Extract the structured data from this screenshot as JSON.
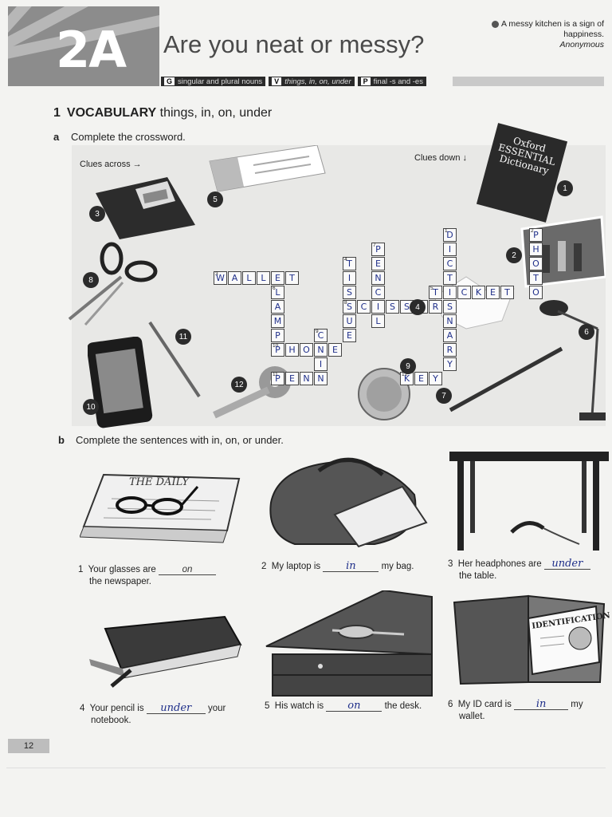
{
  "unit": "2A",
  "title": "Are you neat or messy?",
  "quote": {
    "text": "A messy kitchen is a sign of happiness.",
    "author": "Anonymous"
  },
  "tags": [
    {
      "key": "G",
      "text": "singular and plural nouns"
    },
    {
      "key": "V",
      "text": "things, in, on, under"
    },
    {
      "key": "P",
      "text": "final -s and -es"
    }
  ],
  "section": {
    "number": "1",
    "heading": "VOCABULARY",
    "topic": "things, in, on, under"
  },
  "part_a": {
    "letter": "a",
    "instruction": "Complete the crossword."
  },
  "clues_across": "Clues across →",
  "clues_down": "Clues down ↓",
  "crossword": {
    "across": [
      {
        "number": "3",
        "answer": "WALLET"
      },
      {
        "number": "5",
        "answer": "TICKET"
      },
      {
        "number": "8",
        "answer": "SCISSORS"
      },
      {
        "number": "10",
        "answer": "PHONE"
      },
      {
        "number": "11",
        "answer": "PEN"
      },
      {
        "number": "12",
        "answer": "KEY"
      }
    ],
    "down": [
      {
        "number": "1",
        "answer": "DICTIONARY"
      },
      {
        "number": "2",
        "answer": "PHOTO"
      },
      {
        "number": "4",
        "answer": "TISSUE"
      },
      {
        "number": "6",
        "answer": "LAMP"
      },
      {
        "number": "7",
        "answer": "PENCIL"
      },
      {
        "number": "9",
        "answer": "COIN"
      }
    ]
  },
  "picture_numbers": [
    "1",
    "2",
    "3",
    "4",
    "5",
    "6",
    "7",
    "8",
    "9",
    "10",
    "11",
    "12"
  ],
  "dictionary_cover": "Oxford ESSENTIAL Dictionary",
  "part_b": {
    "letter": "b",
    "instruction": "Complete the sentences with in, on, or under."
  },
  "sentences": [
    {
      "num": "1",
      "before": "Your glasses are",
      "answer": "on",
      "after": "",
      "line2": "the newspaper."
    },
    {
      "num": "2",
      "before": "My laptop is",
      "answer": "in",
      "after": "my bag.",
      "line2": ""
    },
    {
      "num": "3",
      "before": "Her headphones are",
      "answer": "under",
      "after": "",
      "line2": "the table."
    },
    {
      "num": "4",
      "before": "Your pencil is",
      "answer": "under",
      "after": "your",
      "line2": "notebook."
    },
    {
      "num": "5",
      "before": "His watch is",
      "answer": "on",
      "after": "the desk.",
      "line2": ""
    },
    {
      "num": "6",
      "before": "My ID card is",
      "answer": "in",
      "after": "my",
      "line2": "wallet."
    }
  ],
  "newspaper_title": "THE DAILY",
  "id_card_label": "IDENTIFICATION",
  "page_number": "12"
}
